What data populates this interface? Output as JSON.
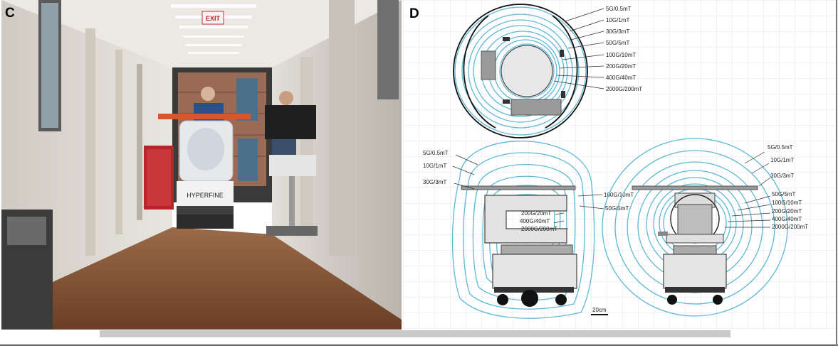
{
  "panel_c": {
    "letter": "C",
    "exit_sign": "EXIT",
    "device_logo": "HYPERFINE"
  },
  "panel_d": {
    "letter": "D",
    "top_view_labels": [
      "5G/0.5mT",
      "10G/1mT",
      "30G/3mT",
      "50G/5mT",
      "100G/10mT",
      "200G/20mT",
      "400G/40mT",
      "2000G/200mT"
    ],
    "side_view_labels_left": [
      "5G/0.5mT",
      "10G/1mT",
      "30G/3mT"
    ],
    "side_view_labels_inner": [
      "100G/10mT",
      "50G/5mT",
      "200G/20mT",
      "400G/40mT",
      "2000G/200mT"
    ],
    "front_view_labels": [
      "5G/0.5mT",
      "10G/1mT",
      "30G/3mT",
      "50G/5mT",
      "100G/10mT",
      "200G/20mT",
      "400G/40mT",
      "2000G/200mT"
    ],
    "scale_bar": "20cm"
  },
  "colors": {
    "contour": "#5fb8d6",
    "grid": "#dfe6ee",
    "wall": "#d9d6d0",
    "floor": "#7a4e32"
  }
}
